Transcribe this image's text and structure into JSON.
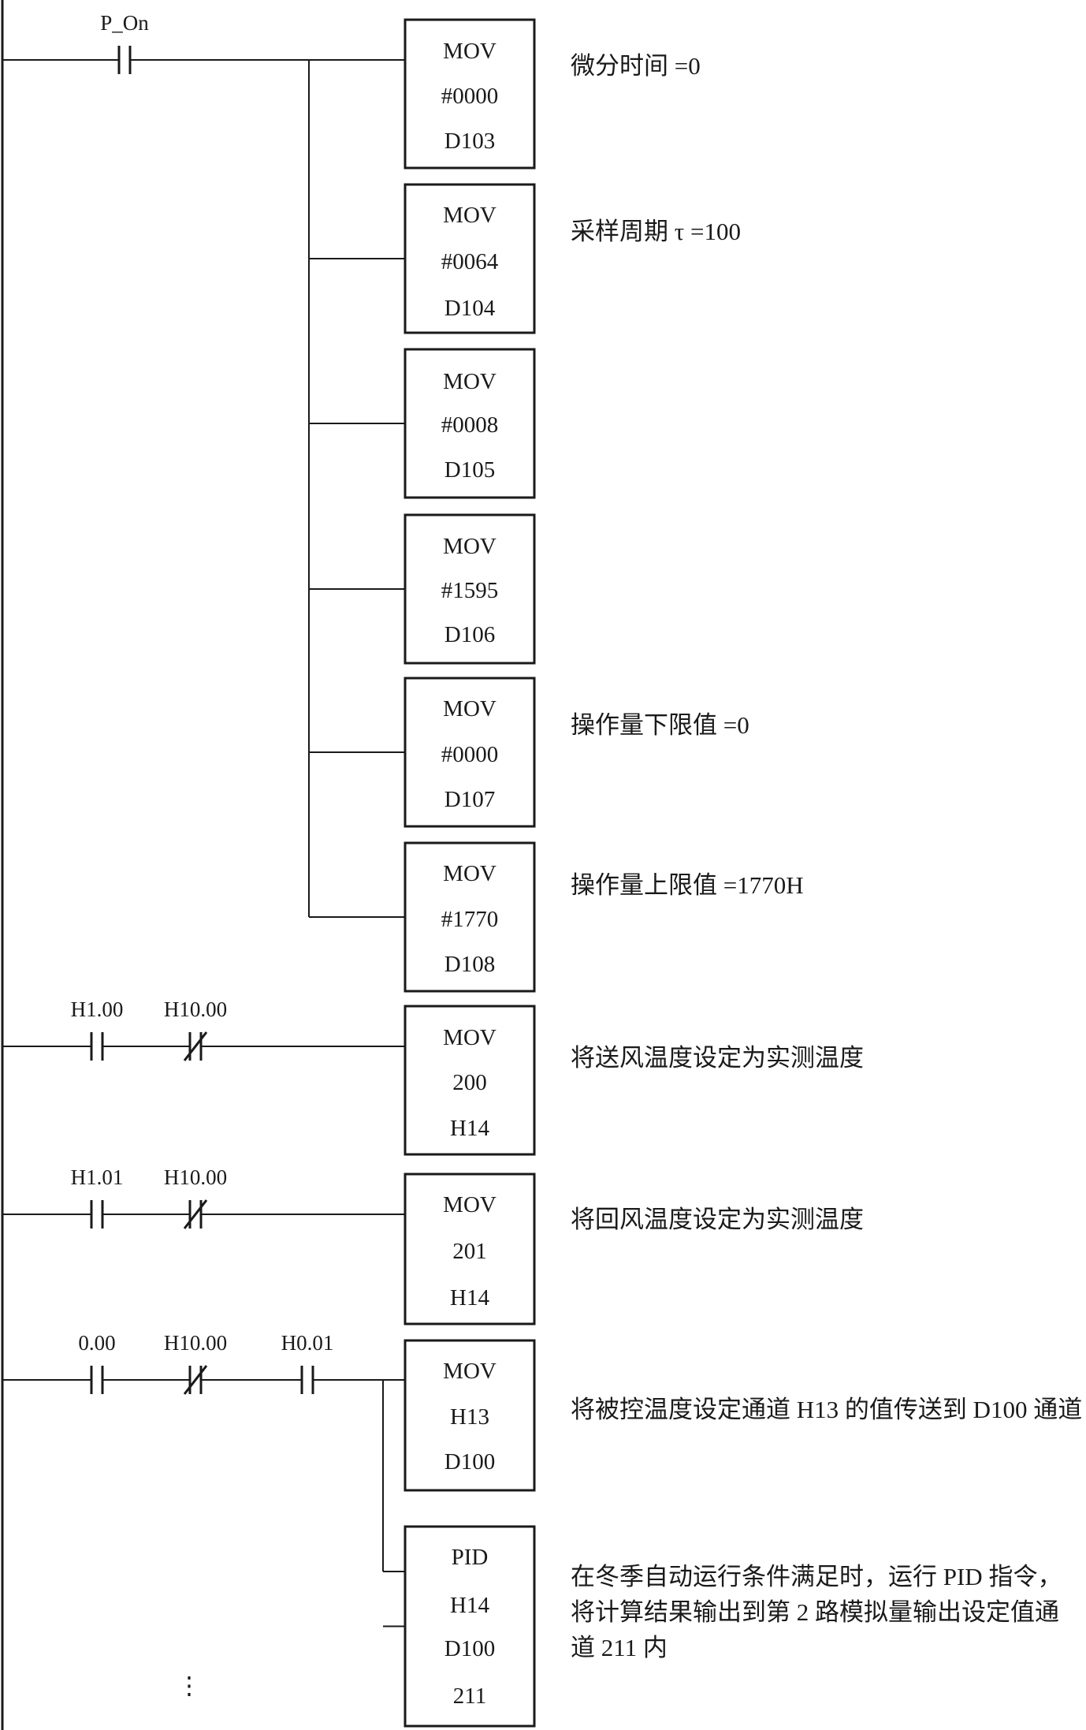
{
  "rungs": [
    {
      "contacts": [
        {
          "label": "P_On",
          "type": "NO"
        }
      ],
      "blocks": [
        {
          "lines": [
            "MOV",
            "#0000",
            "D103"
          ],
          "comment": [
            "微分时间 =0"
          ]
        },
        {
          "lines": [
            "MOV",
            "#0064",
            "D104"
          ],
          "comment": [
            "采样周期 τ =100"
          ]
        },
        {
          "lines": [
            "MOV",
            "#0008",
            "D105"
          ],
          "comment": []
        },
        {
          "lines": [
            "MOV",
            "#1595",
            "D106"
          ],
          "comment": []
        },
        {
          "lines": [
            "MOV",
            "#0000",
            "D107"
          ],
          "comment": [
            "操作量下限值 =0"
          ]
        },
        {
          "lines": [
            "MOV",
            "#1770",
            "D108"
          ],
          "comment": [
            "操作量上限值 =1770H"
          ]
        }
      ]
    },
    {
      "contacts": [
        {
          "label": "H1.00",
          "type": "NO"
        },
        {
          "label": "H10.00",
          "type": "NC"
        }
      ],
      "blocks": [
        {
          "lines": [
            "MOV",
            "200",
            "H14"
          ],
          "comment": [
            "将送风温度设定为实测温度"
          ]
        }
      ]
    },
    {
      "contacts": [
        {
          "label": "H1.01",
          "type": "NO"
        },
        {
          "label": "H10.00",
          "type": "NC"
        }
      ],
      "blocks": [
        {
          "lines": [
            "MOV",
            "201",
            "H14"
          ],
          "comment": [
            "将回风温度设定为实测温度"
          ]
        }
      ]
    },
    {
      "contacts": [
        {
          "label": "0.00",
          "type": "NO"
        },
        {
          "label": "H10.00",
          "type": "NC"
        },
        {
          "label": "H0.01",
          "type": "NO"
        }
      ],
      "blocks": [
        {
          "lines": [
            "MOV",
            "H13",
            "D100"
          ],
          "comment": [
            "将被控温度设定通道 H13 的值传送到 D100 通道"
          ]
        },
        {
          "lines": [
            "PID",
            "H14",
            "D100",
            "211"
          ],
          "comment": [
            "在冬季自动运行条件满足时，运行 PID 指令，",
            "将计算结果输出到第 2 路模拟量输出设定值通",
            "道 211 内"
          ]
        }
      ]
    }
  ],
  "continuation": "⋮"
}
